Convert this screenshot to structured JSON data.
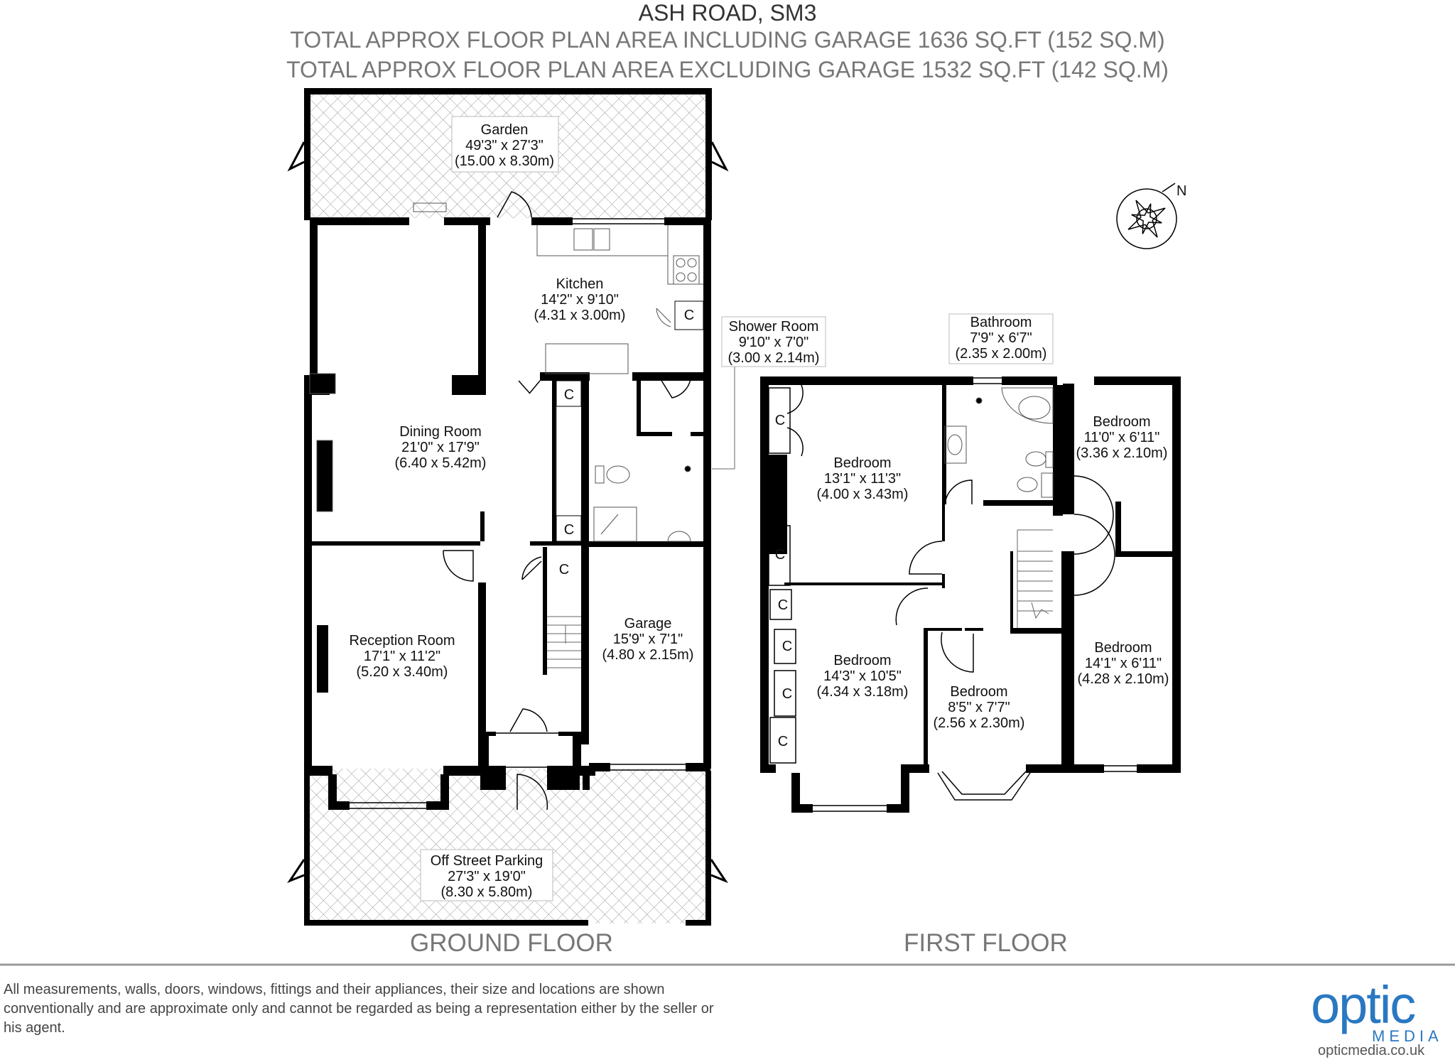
{
  "header": {
    "title": "ASH ROAD, SM3",
    "area_incl": "TOTAL APPROX FLOOR PLAN AREA INCLUDING GARAGE 1636 SQ.FT (152 SQ.M)",
    "area_excl": "TOTAL APPROX FLOOR PLAN AREA EXCLUDING GARAGE 1532 SQ.FT (142 SQ.M)"
  },
  "ground_floor": {
    "label": "GROUND FLOOR",
    "rooms": {
      "garden": {
        "name": "Garden",
        "imperial": "49'3\" x 27'3\"",
        "metric": "(15.00 x 8.30m)"
      },
      "kitchen": {
        "name": "Kitchen",
        "imperial": "14'2\" x 9'10\"",
        "metric": "(4.31 x 3.00m)"
      },
      "shower_room": {
        "name": "Shower Room",
        "imperial": "9'10\" x 7'0\"",
        "metric": "(3.00 x 2.14m)"
      },
      "dining_room": {
        "name": "Dining Room",
        "imperial": "21'0\" x 17'9\"",
        "metric": "(6.40 x 5.42m)"
      },
      "reception_room": {
        "name": "Reception Room",
        "imperial": "17'1\" x 11'2\"",
        "metric": "(5.20 x 3.40m)"
      },
      "garage": {
        "name": "Garage",
        "imperial": "15'9\" x 7'1\"",
        "metric": "(4.80 x 2.15m)"
      },
      "parking": {
        "name": "Off Street Parking",
        "imperial": "27'3\" x 19'0\"",
        "metric": "(8.30 x 5.80m)"
      }
    }
  },
  "first_floor": {
    "label": "FIRST FLOOR",
    "rooms": {
      "bathroom": {
        "name": "Bathroom",
        "imperial": "7'9\" x 6'7\"",
        "metric": "(2.35 x 2.00m)"
      },
      "bedroom_1": {
        "name": "Bedroom",
        "imperial": "13'1\" x 11'3\"",
        "metric": "(4.00 x 3.43m)"
      },
      "bedroom_2": {
        "name": "Bedroom",
        "imperial": "11'0\" x 6'11\"",
        "metric": "(3.36 x 2.10m)"
      },
      "bedroom_3": {
        "name": "Bedroom",
        "imperial": "14'3\" x 10'5\"",
        "metric": "(4.34 x 3.18m)"
      },
      "bedroom_4": {
        "name": "Bedroom",
        "imperial": "8'5\" x 7'7\"",
        "metric": "(2.56 x 2.30m)"
      },
      "bedroom_5": {
        "name": "Bedroom",
        "imperial": "14'1\" x 6'11\"",
        "metric": "(4.28 x 2.10m)"
      }
    }
  },
  "cupboard_label": "C",
  "compass": {
    "label": "N",
    "icon": "compass-rose-icon"
  },
  "disclaimer": "All measurements, walls, doors, windows, fittings and their appliances, their size and locations are shown conventionally and are approximate only and cannot be regarded as being a representation either by the seller or his agent.",
  "logo": {
    "main": "optic",
    "sub": "MEDIA",
    "url": "opticmedia.co.uk",
    "color": "#2a78c2"
  },
  "colors": {
    "wall": "#000000",
    "hatch": "#888888",
    "text": "#222222"
  }
}
